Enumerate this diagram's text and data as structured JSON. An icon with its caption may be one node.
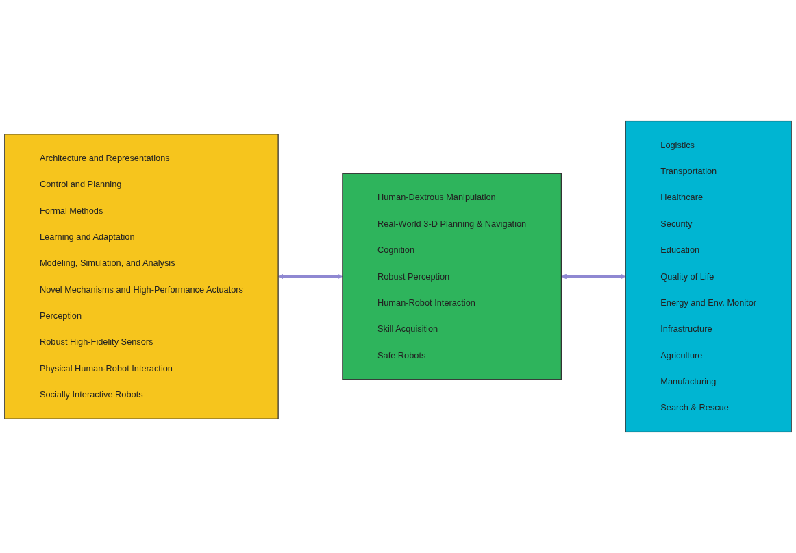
{
  "diagram": {
    "nodes": [
      {
        "text": [
          "Architecture and Representations",
          "Control and Planning",
          "Formal Methods",
          "Learning and Adaptation",
          "Modeling, Simulation, and Analysis",
          "Novel Mechanisms and High-Performance Actuators",
          "Perception",
          "Robust High-Fidelity Sensors",
          "Physical Human-Robot Interaction",
          "Socially Interactive Robots"
        ]
      },
      {
        "text": [
          "Human-Dextrous Manipulation",
          "Real-World 3-D Planning & Navigation",
          "Cognition",
          "Robust Perception",
          "Human-Robot Interaction",
          "Skill Acquisition",
          "Safe Robots"
        ]
      },
      {
        "text": [
          "Logistics",
          "Transportation",
          "Healthcare",
          "Security",
          "Education",
          "Quality of Life",
          "Energy and Env. Monitor",
          "Infrastructure",
          "Agriculture",
          "Manufacturing",
          "Search & Rescue"
        ]
      }
    ],
    "edges": [
      {
        "from": 0,
        "to": 1,
        "arrow": "both"
      },
      {
        "from": 1,
        "to": 2,
        "arrow": "both"
      }
    ]
  }
}
